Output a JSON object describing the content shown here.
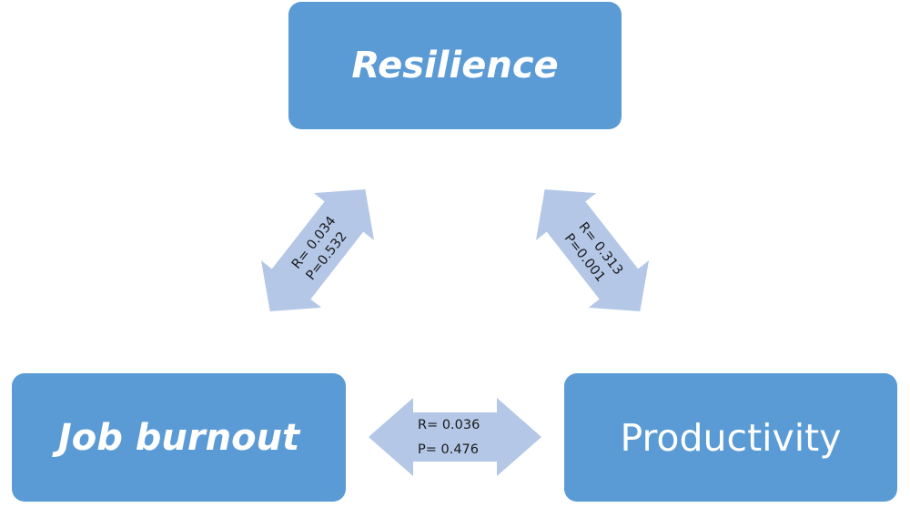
{
  "nodes": {
    "resilience": "Resilience",
    "job_burnout": "Job burnout",
    "productivity": "Productivity"
  },
  "links": {
    "resilience_burnout": {
      "r": "R= 0.034",
      "p": "P=0.532"
    },
    "resilience_productivity": {
      "r": "R= 0.313",
      "p": "P=0.001"
    },
    "burnout_productivity": {
      "r": "R= 0.036",
      "p": "P= 0.476"
    }
  },
  "colors": {
    "node_fill": "#5b9bd5",
    "arrow_fill": "#b4c7e7",
    "text_dark": "#1a1a1a",
    "text_light": "#ffffff"
  }
}
